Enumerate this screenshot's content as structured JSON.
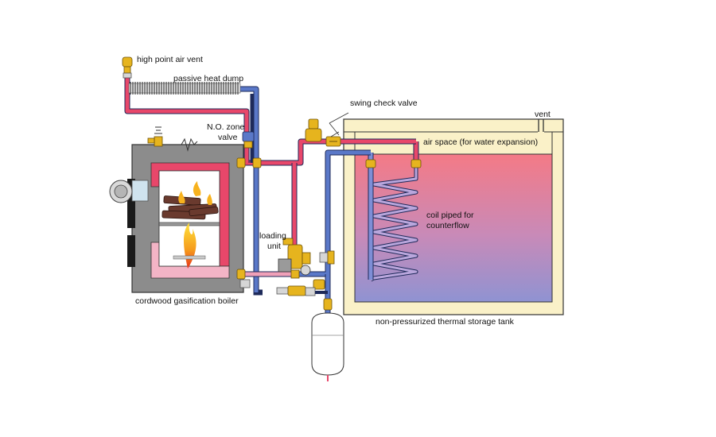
{
  "labels": {
    "high_point_air_vent": "high point air vent",
    "passive_heat_dump": "passive heat dump",
    "no_zone_valve_line1": "N.O. zone",
    "no_zone_valve_line2": "valve",
    "swing_check_valve": "swing check valve",
    "vent": "vent",
    "air_space": "air space (for water expansion)",
    "coil_line1": "coil piped for",
    "coil_line2": "counterflow",
    "loading_line1": "loading",
    "loading_line2": "unit",
    "boiler": "cordwood gasification boiler",
    "tank": "non-pressurized thermal storage tank"
  },
  "colors": {
    "hot_pipe": "#e8476a",
    "warm_pipe": "#f0a0b8",
    "cool_pipe": "#5a78c8",
    "pipe_outline": "#1e2a5a",
    "boiler_body": "#8c8c8c",
    "boiler_hot_water": "#e8476a",
    "boiler_return_water": "#f3b4c6",
    "tank_wall": "#faf1c8",
    "tank_water_top": "#f47a86",
    "tank_water_bottom": "#8f93d2",
    "brass": "#e6b41e",
    "wood": "#6a3a2e"
  },
  "icons": [
    "air-vent-icon",
    "pressure-relief-valve-icon",
    "zone-valve-icon",
    "swing-check-valve-icon",
    "loading-unit-icon",
    "blower-fan-icon",
    "expansion-tank-icon",
    "fill-valve-icon",
    "drain-valve-icon",
    "flame-icon"
  ]
}
